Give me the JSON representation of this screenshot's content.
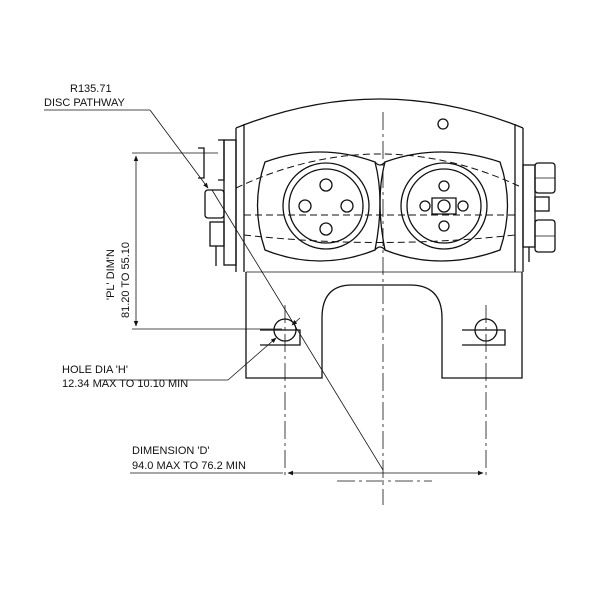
{
  "annotations": {
    "disc_radius": "R135.71",
    "disc_label": "DISC PATHWAY",
    "pl_label": "'PL' DIM'N",
    "pl_range": "81.20 TO 55.10",
    "hole_label": "HOLE DIA 'H'",
    "hole_range": "12.34 MAX TO 10.10 MIN",
    "d_label": "DIMENSION 'D'",
    "d_range": "94.0 MAX TO 76.2 MIN"
  }
}
